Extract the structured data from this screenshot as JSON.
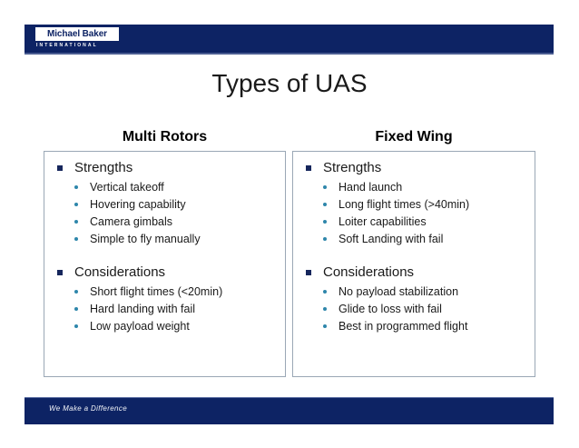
{
  "header": {
    "logo_name": "Michael Baker",
    "logo_sub": "INTERNATIONAL",
    "bar_color": "#0d2364"
  },
  "title": "Types of UAS",
  "columns": [
    {
      "heading": "Multi Rotors",
      "groups": [
        {
          "label": "Strengths",
          "items": [
            "Vertical takeoff",
            "Hovering capability",
            "Camera gimbals",
            "Simple to fly manually"
          ]
        },
        {
          "label": "Considerations",
          "items": [
            "Short flight times (<20min)",
            "Hard landing with fail",
            "Low payload weight"
          ]
        }
      ]
    },
    {
      "heading": "Fixed Wing",
      "groups": [
        {
          "label": "Strengths",
          "items": [
            "Hand launch",
            "Long flight times (>40min)",
            "Loiter capabilities",
            "Soft Landing with fail"
          ]
        },
        {
          "label": "Considerations",
          "items": [
            "No payload stabilization",
            "Glide to loss with fail",
            "Best in programmed flight"
          ]
        }
      ]
    }
  ],
  "footer": {
    "tagline": "We Make a Difference",
    "bar_color": "#0d2364"
  },
  "colors": {
    "navy": "#0d2364",
    "bullet_square": "#16265c",
    "bullet_dot": "#2e86ab",
    "box_border": "#9aa7b5"
  }
}
